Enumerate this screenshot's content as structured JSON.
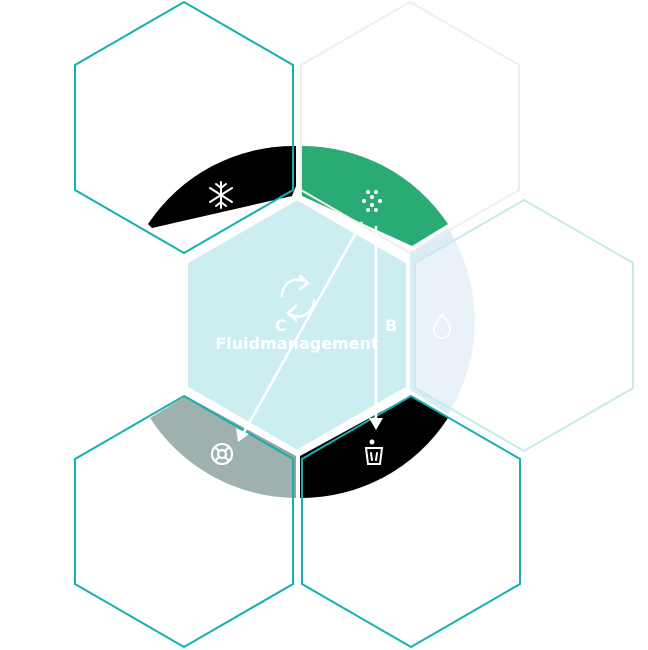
{
  "diagram": {
    "center": {
      "title": "Fluidmanagement",
      "icon": "recycle-arrows-icon"
    },
    "arrows": [
      {
        "label": "B",
        "from": "filter-segment",
        "to": "waste-segment"
      },
      {
        "label": "C",
        "from": "filter-segment",
        "to": "lifebuoy-segment"
      }
    ],
    "segments": [
      {
        "key": "cooling",
        "icon": "snowflake-icon",
        "color": "#000000"
      },
      {
        "key": "filter",
        "icon": "filter-dots-icon",
        "color": "#2aab74"
      },
      {
        "key": "fluid",
        "icon": "droplet-icon",
        "color": "#dcecf5"
      },
      {
        "key": "waste",
        "icon": "waste-bin-icon",
        "color": "#000000"
      },
      {
        "key": "support",
        "icon": "lifebuoy-icon",
        "color": "#8fa4a1"
      }
    ],
    "colors": {
      "hex_outline": "#17b0ad",
      "hex_faint": "#eeeeee",
      "hex_light_outline": "#c7eaea",
      "center_fill": "#cdeef0"
    }
  }
}
